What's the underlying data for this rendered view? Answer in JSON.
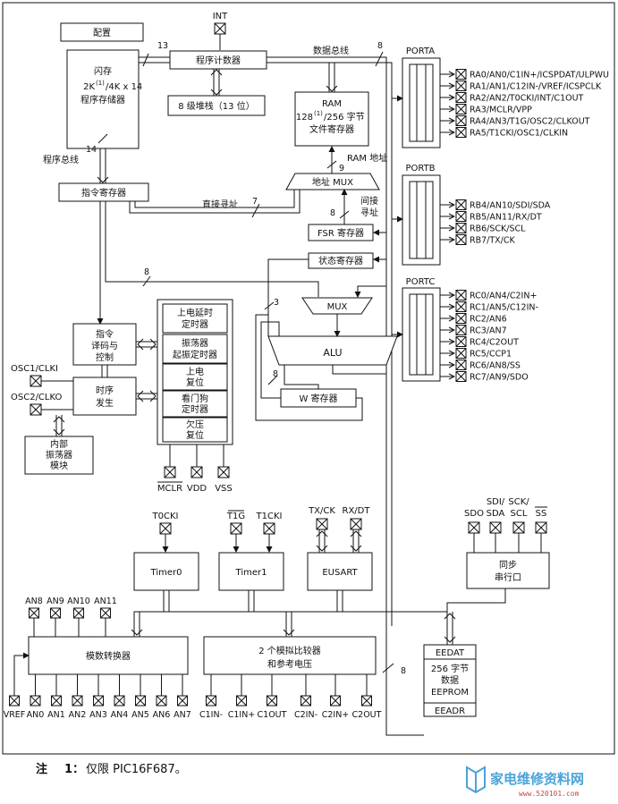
{
  "labels": {
    "config": "配置",
    "int": "INT",
    "pc": "程序计数器",
    "flash1": "闪存",
    "flash2a": "2K",
    "flash2sup": "(1)",
    "flash2b": "/4K x 14",
    "flash3": "程序存储器",
    "stack": "8 级堆栈（13 位）",
    "databus": "数据总线",
    "ram1": "RAM",
    "ram2a": "128",
    "ram2sup": "(1)",
    "ram2b": "/256 字节",
    "ram3": "文件寄存器",
    "ramaddr": "RAM 地址",
    "progbus": "程序总线",
    "ir": "指令寄存器",
    "addrmux": "地址 MUX",
    "direct": "直接寻址",
    "indirect1": "间接",
    "indirect2": "寻址",
    "fsr": "FSR 寄存器",
    "status": "状态寄存器",
    "mux": "MUX",
    "alu": "ALU",
    "wreg": "W 寄存器",
    "decode1": "指令",
    "decode2": "译码与",
    "decode3": "控制",
    "timing1": "时序",
    "timing2": "发生",
    "osc1": "OSC1/CLKI",
    "osc2": "OSC2/CLKO",
    "intosc1": "内部",
    "intosc2": "振荡器",
    "intosc3": "模块",
    "pwrt1": "上电延时",
    "pwrt2": "定时器",
    "ost1": "振荡器",
    "ost2": "起振定时器",
    "por1": "上电",
    "por2": "复位",
    "wdt1": "看门狗",
    "wdt2": "定时器",
    "bor1": "欠压",
    "bor2": "复位",
    "mclr": "MCLR",
    "vdd": "VDD",
    "vss": "VSS",
    "porta": "PORTA",
    "portb": "PORTB",
    "portc": "PORTC",
    "t0cki": "T0CKI",
    "t1g": "T1G",
    "t1cki": "T1CKI",
    "txck": "TX/CK",
    "rxdt": "RX/DT",
    "timer0": "Timer0",
    "timer1": "Timer1",
    "eusart": "EUSART",
    "sdo": "SDO",
    "sdi1": "SDI/",
    "sdi2": "SDA",
    "sck1": "SCK/",
    "sck2": "SCL",
    "ss": "SS",
    "ssp1": "同步",
    "ssp2": "串行口",
    "adc": "模数转换器",
    "cmp1": "2 个模拟比较器",
    "cmp2": "和参考电压",
    "eedat": "EEDAT",
    "ee1": "256 字节",
    "ee2": "数据",
    "ee3": "EEPROM",
    "eeadr": "EEADR",
    "note_label": "注",
    "note_num": "1：",
    "note_text": "仅限 PIC16F687。",
    "watermark": "家电维修资料网",
    "watermark2": "www.520101.com",
    "w13": "13",
    "w14": "14",
    "w8a": "8",
    "w8b": "8",
    "w8c": "8",
    "w8d": "8",
    "w8e": "8",
    "w9": "9",
    "w7": "7",
    "w3": "3"
  },
  "porta_pins": [
    "RA0/AN0/C1IN+/ICSPDAT/ULPWU",
    "RA1/AN1/C12IN-/VREF/ICSPCLK",
    "RA2/AN2/T0CKI/INT/C1OUT",
    "RA3/MCLR/VPP",
    "RA4/AN3/T1G/OSC2/CLKOUT",
    "RA5/T1CKI/OSC1/CLKIN"
  ],
  "portb_pins": [
    "RB4/AN10/SDI/SDA",
    "RB5/AN11/RX/DT",
    "RB6/SCK/SCL",
    "RB7/TX/CK"
  ],
  "portc_pins": [
    "RC0/AN4/C2IN+",
    "RC1/AN5/C12IN-",
    "RC2/AN6",
    "RC3/AN7",
    "RC4/C2OUT",
    "RC5/CCP1",
    "RC6/AN8/SS",
    "RC7/AN9/SDO"
  ],
  "an_top": [
    "AN8",
    "AN9",
    "AN10",
    "AN11"
  ],
  "adc_pins": [
    "VREF",
    "AN0",
    "AN1",
    "AN2",
    "AN3",
    "AN4",
    "AN5",
    "AN6",
    "AN7"
  ],
  "cmp_pins": [
    "C1IN-",
    "C1IN+",
    "C1OUT",
    "C2IN-",
    "C2IN+",
    "C2OUT"
  ]
}
